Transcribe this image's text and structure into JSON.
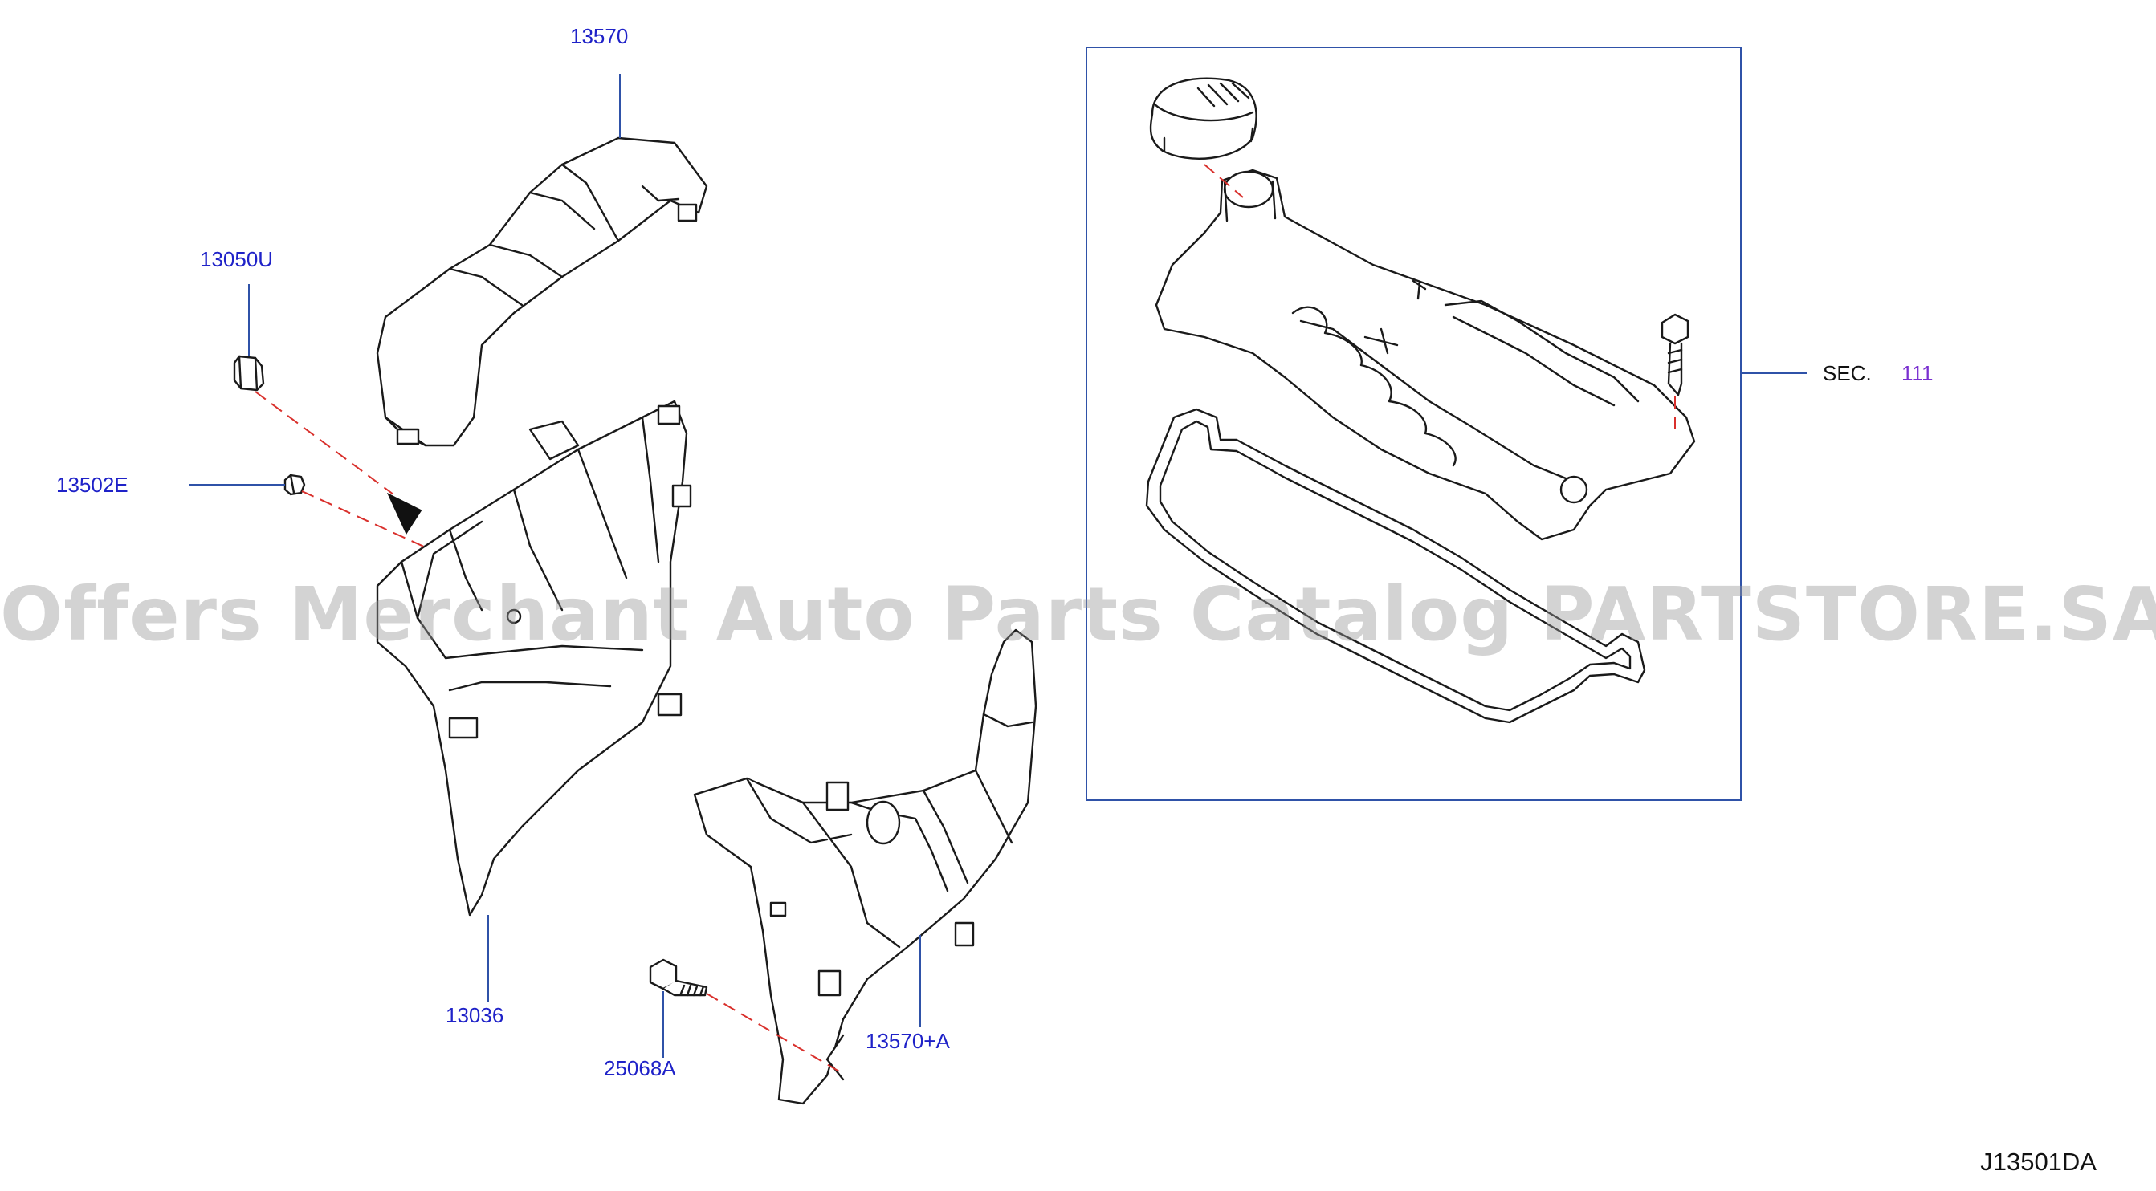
{
  "callouts": {
    "p13570": "13570",
    "p13050u": "13050U",
    "p13502e": "13502E",
    "p13036": "13036",
    "p25068a": "25068A",
    "p13570a": "13570+A",
    "sec_label": "SEC.",
    "sec_number": "111"
  },
  "watermark": "Offers Merchant Auto Parts Catalog PARTSTORE.SA",
  "diagram_code": "J13501DA",
  "colors": {
    "callout_text": "#1f22c8",
    "leader_line": "#2f52a8",
    "guide_dash": "#d9302c",
    "sec_link": "#7a2fd0",
    "outline": "#1a1a1a"
  }
}
